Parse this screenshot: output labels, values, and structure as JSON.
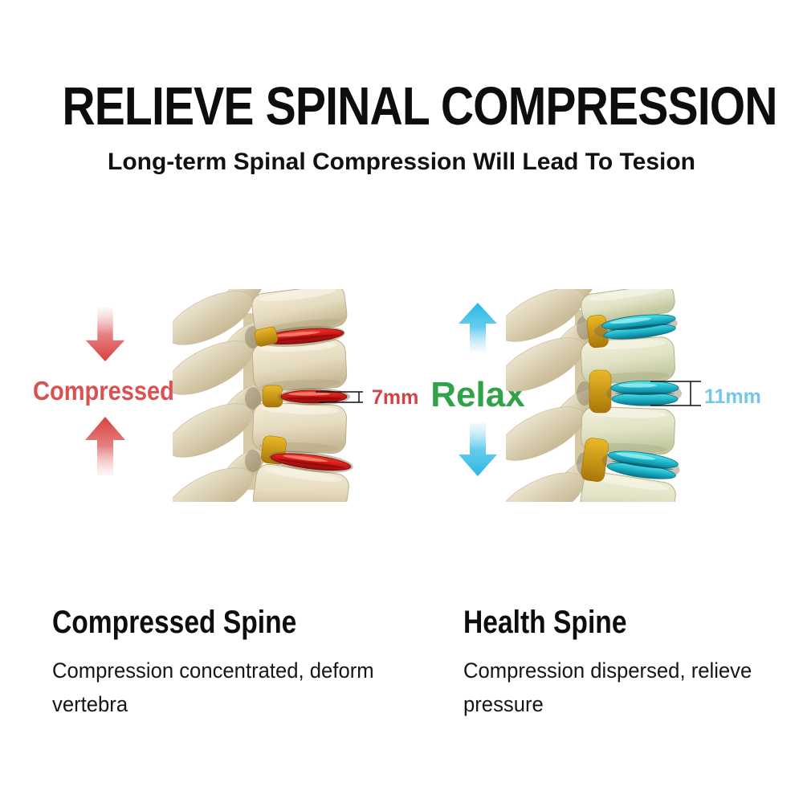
{
  "header": {
    "title": "RELIEVE SPINAL COMPRESSION",
    "subtitle": "Long-term Spinal Compression Will Lead To Tesion"
  },
  "left_panel": {
    "arrow_label": "Compressed",
    "measurement": "7mm",
    "caption_title": "Compressed Spine",
    "caption_body": "Compression concentrated, deform vertebra"
  },
  "right_panel": {
    "arrow_label": "Relax",
    "measurement": "11mm",
    "caption_title": "Health Spine",
    "caption_body": "Compression dispersed, relieve pressure"
  },
  "colors": {
    "compressed_accent": "#da5151",
    "relax_accent": "#2fa24a",
    "compress_arrow": "#d83e3e",
    "relax_arrow": "#28b7e4",
    "measure_left": "#cf4545",
    "measure_right": "#74c8e8",
    "disc_compressed": "#d01818",
    "disc_healthy": "#1fb9cc",
    "bone": "#ece5d3",
    "ligament": "#d9a91f"
  }
}
